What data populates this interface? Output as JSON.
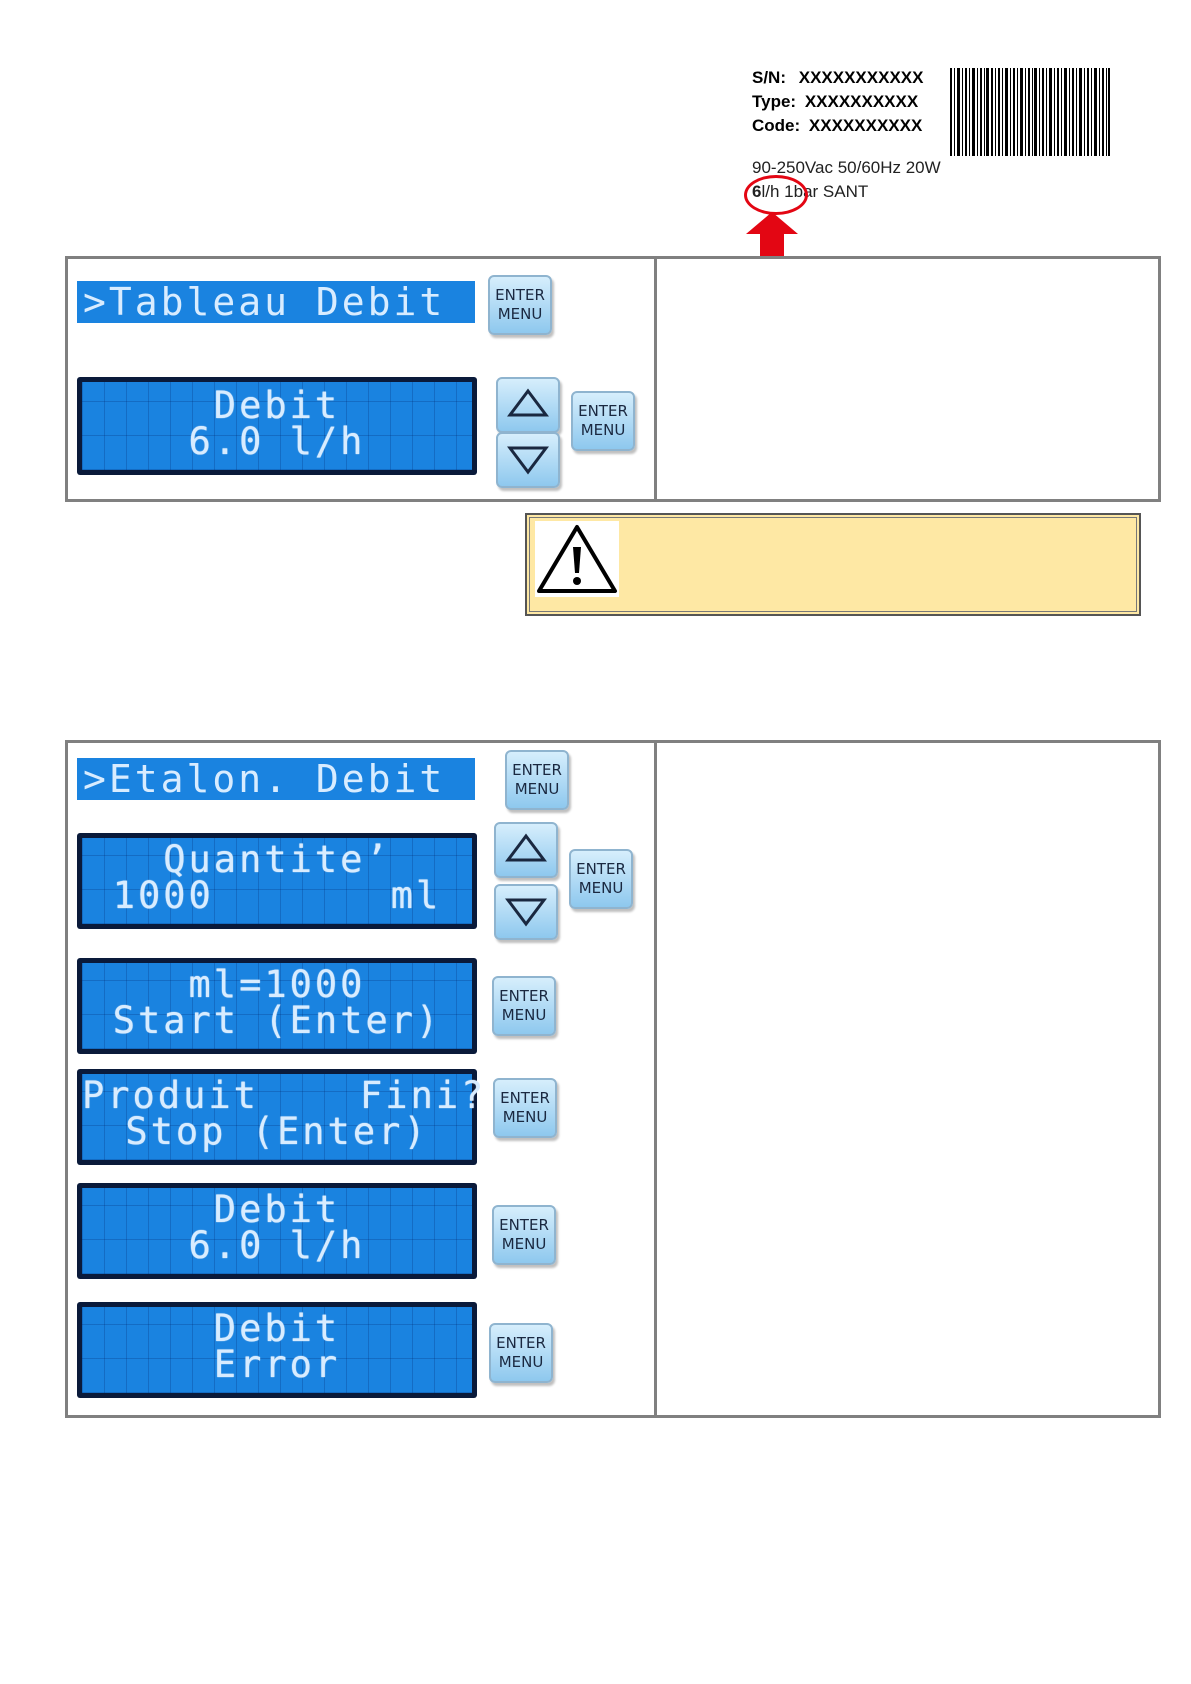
{
  "label": {
    "sn_key": "S/N:",
    "sn_value": "XXXXXXXXXXX",
    "type_key": "Type:",
    "type_value": "XXXXXXXXXX",
    "code_key": "Code:",
    "code_value": "XXXXXXXXXX",
    "spec_line": "90-250Vac 50/60Hz 20W",
    "rate_value": "6",
    "rate_unit": "l/h",
    "rate_rest": "1bar SANT"
  },
  "table1": {
    "menu_title": ">Tableau Debit",
    "debit_line1": "Debit",
    "debit_line2": "6.0 l/h"
  },
  "table2": {
    "menu_title": ">Etalon. Debit",
    "qty_line1": "Quantite’",
    "qty_line2": "1000       ml",
    "start_line1": "ml=1000",
    "start_line2": "Start (Enter)",
    "prod_line1": "Produit    Fini?",
    "prod_line2": "Stop (Enter)",
    "debit_line1": "Debit",
    "debit_line2": "6.0 l/h",
    "err_line1": "Debit",
    "err_line2": "Error"
  },
  "button": {
    "line1": "ENTER",
    "line2": "MENU"
  },
  "icons": {
    "warning": "warning-icon",
    "up": "arrow-up-icon",
    "down": "arrow-down-icon",
    "pointer": "red-arrow-icon"
  },
  "colors": {
    "lcd": "#1a83e0",
    "warning_bg": "#fee8a4",
    "highlight": "#e30613"
  }
}
